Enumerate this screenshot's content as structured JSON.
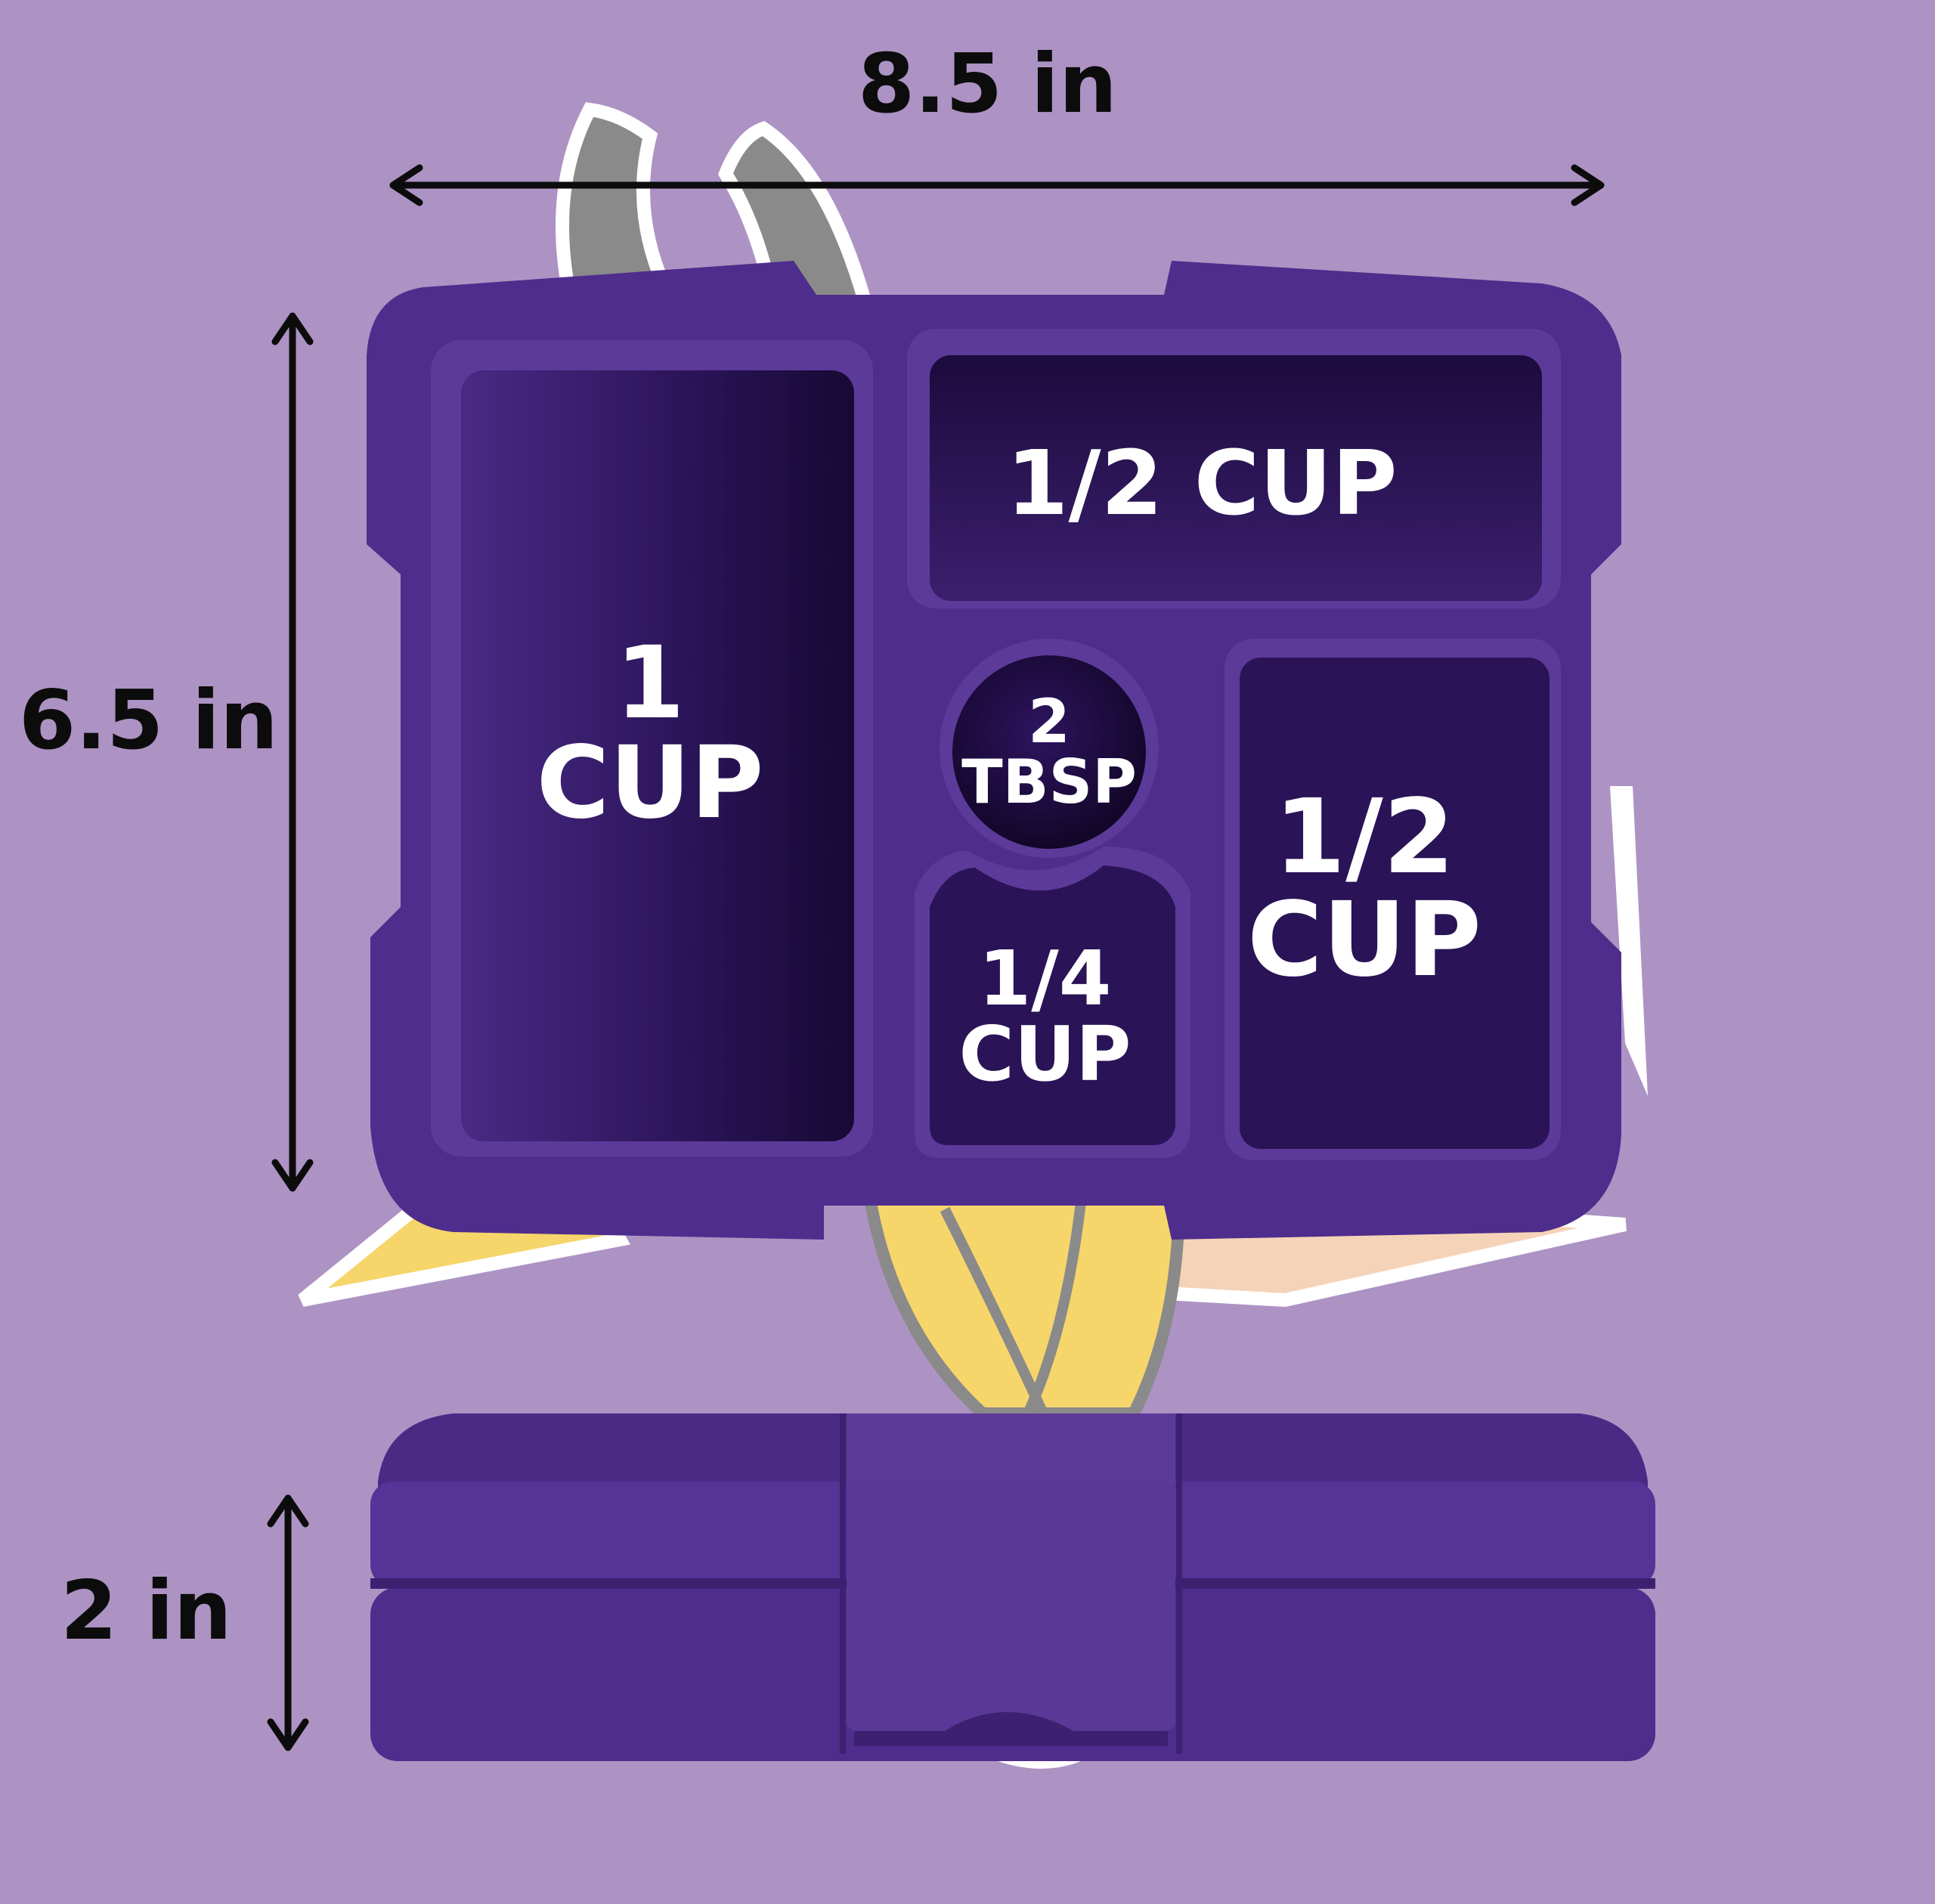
{
  "colors": {
    "background": "#ad93c4",
    "tray": "#4f2d8c",
    "tray_rim": "#5c3a99",
    "compartment": "#3b1f6e",
    "compartment_deep": "#1c0b3d",
    "lid": "#4a2a85",
    "label_text": "#ffffff",
    "dimension_text": "#0c0c0c",
    "logo_gold": "#f6d56b",
    "logo_horn": "#8a8a8a",
    "logo_skin": "#f5d3b8"
  },
  "dimensions": {
    "width": "8.5 in",
    "height": "6.5 in",
    "depth": "2 in"
  },
  "compartments": {
    "large": "1\nCUP",
    "top_right": "1/2 CUP",
    "round": "2\nTBSP",
    "small": "1/4\nCUP",
    "right": "1/2\nCUP"
  },
  "icons": {
    "dimension_arrows": "double-arrow-icon",
    "background_logo": "viking-logo-icon"
  }
}
